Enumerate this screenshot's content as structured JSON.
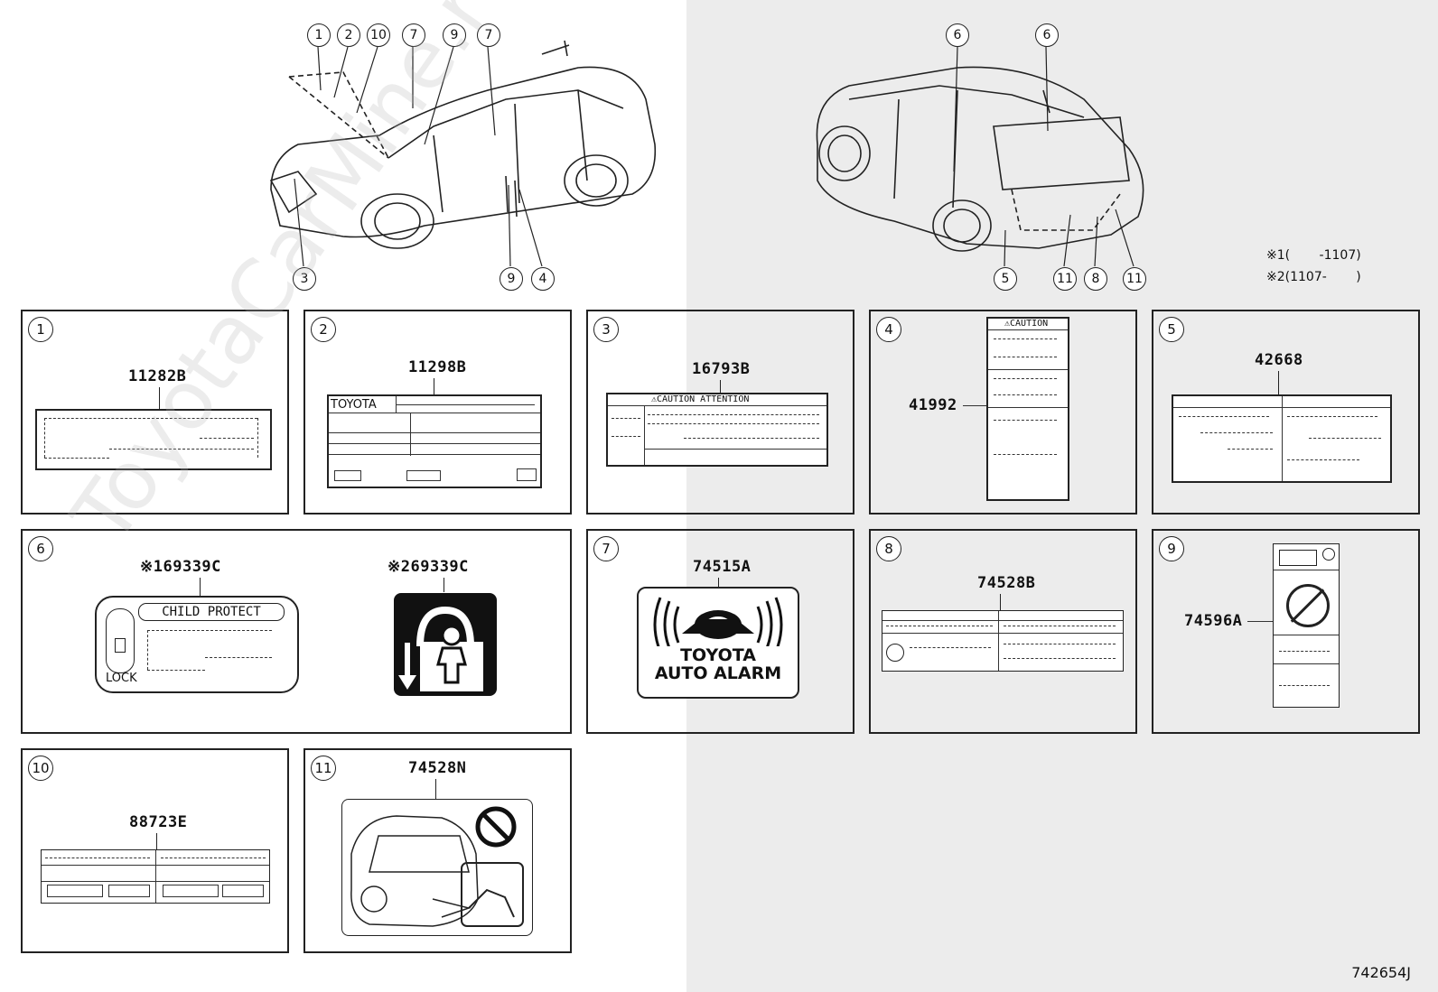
{
  "callouts_left": [
    "1",
    "2",
    "10",
    "7",
    "9",
    "7",
    "3",
    "9",
    "4"
  ],
  "callouts_right": [
    "6",
    "6",
    "5",
    "11",
    "8",
    "11"
  ],
  "notes": {
    "n1_mark": "※1",
    "n1_text": "(　　 -1107)",
    "n2_mark": "※2",
    "n2_text": "(1107-　　 )"
  },
  "panels": [
    {
      "num": "1",
      "part": "11282B"
    },
    {
      "num": "2",
      "part": "11298B",
      "brand": "TOYOTA"
    },
    {
      "num": "3",
      "part": "16793B",
      "header": "⚠CAUTION  ATTENTION"
    },
    {
      "num": "4",
      "part": "41992",
      "header": "⚠CAUTION"
    },
    {
      "num": "5",
      "part": "42668"
    },
    {
      "num": "6",
      "part1": "69339C",
      "mark1": "※1",
      "part2": "69339C",
      "mark2": "※2",
      "text": "CHILD PROTECT",
      "lock": "LOCK"
    },
    {
      "num": "7",
      "part": "74515A",
      "line1": "TOYOTA",
      "line2": "AUTO ALARM"
    },
    {
      "num": "8",
      "part": "74528B"
    },
    {
      "num": "9",
      "part": "74596A"
    },
    {
      "num": "10",
      "part": "88723E"
    },
    {
      "num": "11",
      "part": "74528N"
    }
  ],
  "diagram_id": "742654J",
  "watermark": "ToyotaCarMine.ru"
}
